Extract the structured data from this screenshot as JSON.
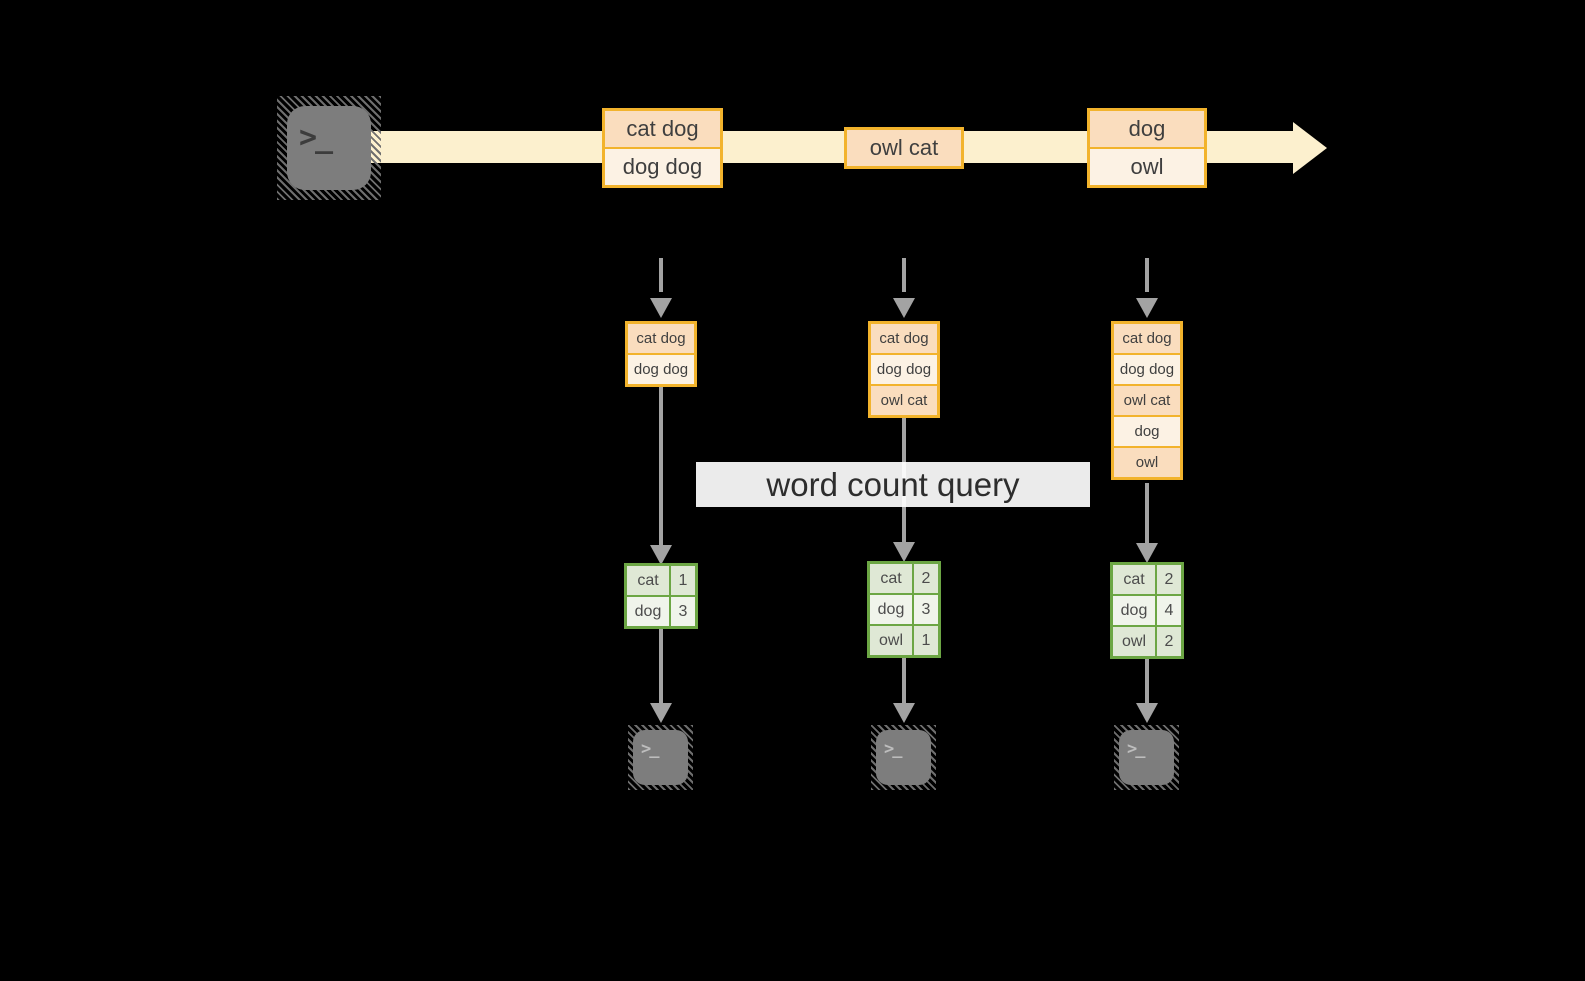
{
  "title": "streaming word count query diagram",
  "colors": {
    "background": "#000000",
    "stream_fill": "#FCF0CE",
    "orange_border": "#F2B32C",
    "peach_dark": "#FADDBE",
    "peach_light": "#FCF2E4",
    "green_border": "#6CA644",
    "green_dark": "#DFE8D5",
    "green_light": "#F0F4EB",
    "arrow_gray": "#A3A3A3",
    "terminal_gray": "#7D7D7D",
    "text_dark": "#3F3F3F"
  },
  "source_terminal": {
    "icon": "terminal-icon",
    "prompt": ">_"
  },
  "stream": {
    "groups": [
      {
        "rows": [
          "cat dog",
          "dog dog"
        ]
      },
      {
        "rows": [
          "owl cat"
        ]
      },
      {
        "rows": [
          "dog",
          "owl"
        ]
      }
    ]
  },
  "query_label": "word count query",
  "columns": [
    {
      "buffer": [
        "cat dog",
        "dog dog"
      ],
      "counts": [
        {
          "word": "cat",
          "count": "1"
        },
        {
          "word": "dog",
          "count": "3"
        }
      ],
      "terminal_prompt": ">_"
    },
    {
      "buffer": [
        "cat dog",
        "dog dog",
        "owl cat"
      ],
      "counts": [
        {
          "word": "cat",
          "count": "2"
        },
        {
          "word": "dog",
          "count": "3"
        },
        {
          "word": "owl",
          "count": "1"
        }
      ],
      "terminal_prompt": ">_"
    },
    {
      "buffer": [
        "cat dog",
        "dog dog",
        "owl cat",
        "dog",
        "owl"
      ],
      "counts": [
        {
          "word": "cat",
          "count": "2"
        },
        {
          "word": "dog",
          "count": "4"
        },
        {
          "word": "owl",
          "count": "2"
        }
      ],
      "terminal_prompt": ">_"
    }
  ]
}
